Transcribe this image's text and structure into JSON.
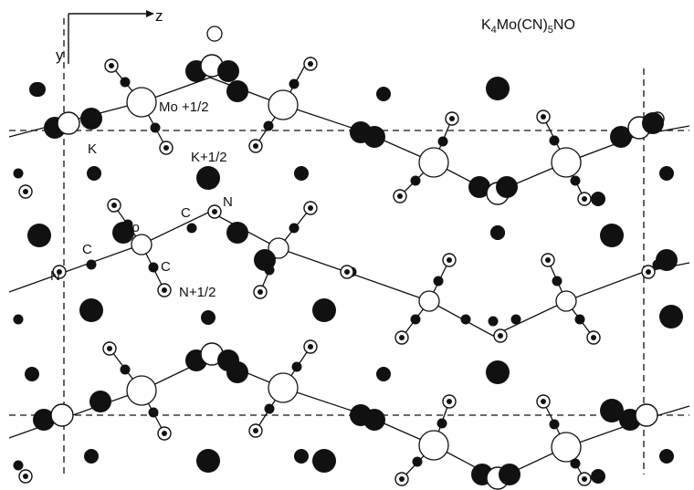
{
  "title": {
    "main": "K",
    "sub1": "4",
    "mid": "Mo(CN)",
    "sub2": "5",
    "tail": "NO"
  },
  "axes": {
    "z": "z",
    "y": "y"
  },
  "labels": {
    "mo_half": "Mo +1/2",
    "k": "K",
    "k_half": "K+1/2",
    "mo": "Mo",
    "c1": "C",
    "n1": "N",
    "n2": "N",
    "c2": "C",
    "c3": "C",
    "n_half": "N+1/2"
  },
  "colors": {
    "ink": "#111111",
    "paper": "#ffffff"
  }
}
